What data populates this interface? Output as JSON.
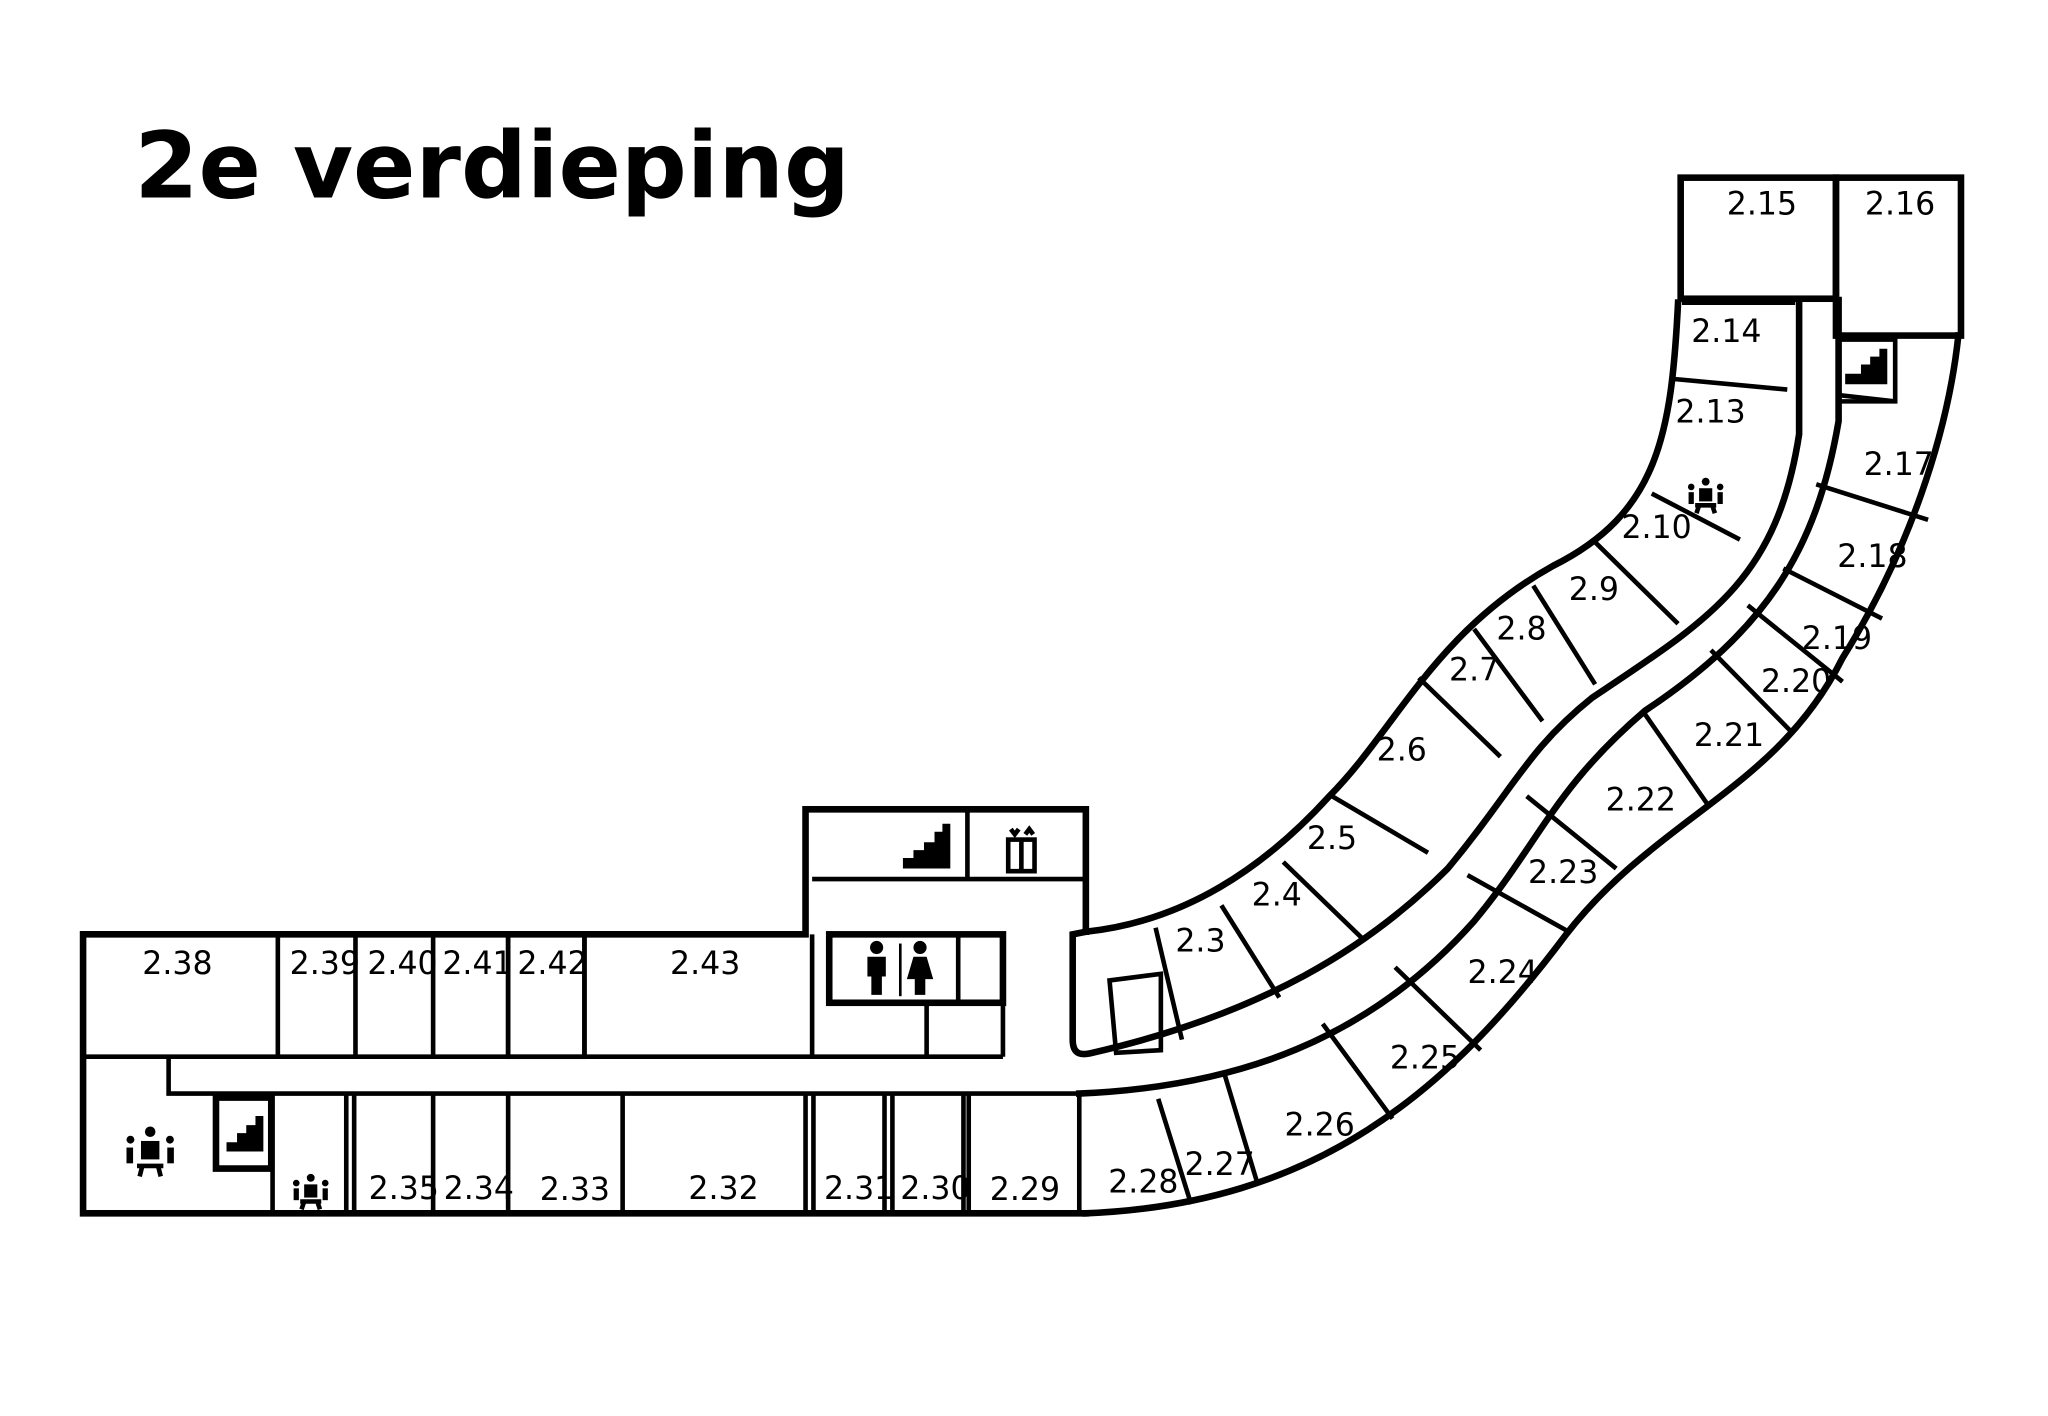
{
  "floor_title": "2e verdieping",
  "rooms": {
    "r2_3": "2.3",
    "r2_4": "2.4",
    "r2_5": "2.5",
    "r2_6": "2.6",
    "r2_7": "2.7",
    "r2_8": "2.8",
    "r2_9": "2.9",
    "r2_10": "2.10",
    "r2_13": "2.13",
    "r2_14": "2.14",
    "r2_15": "2.15",
    "r2_16": "2.16",
    "r2_17": "2.17",
    "r2_18": "2.18",
    "r2_19": "2.19",
    "r2_20": "2.20",
    "r2_21": "2.21",
    "r2_22": "2.22",
    "r2_23": "2.23",
    "r2_24": "2.24",
    "r2_25": "2.25",
    "r2_26": "2.26",
    "r2_27": "2.27",
    "r2_28": "2.28",
    "r2_29": "2.29",
    "r2_30": "2.30",
    "r2_31": "2.31",
    "r2_32": "2.32",
    "r2_33": "2.33",
    "r2_34": "2.34",
    "r2_35": "2.35",
    "r2_38": "2.38",
    "r2_39": "2.39",
    "r2_40": "2.40",
    "r2_41": "2.41",
    "r2_42": "2.42",
    "r2_43": "2.43"
  },
  "icons": {
    "stairs": "stairs-icon",
    "elevator": "elevator-icon",
    "toilet_male": "toilet-male-icon",
    "toilet_female": "toilet-female-icon",
    "meeting": "meeting-room-icon"
  }
}
